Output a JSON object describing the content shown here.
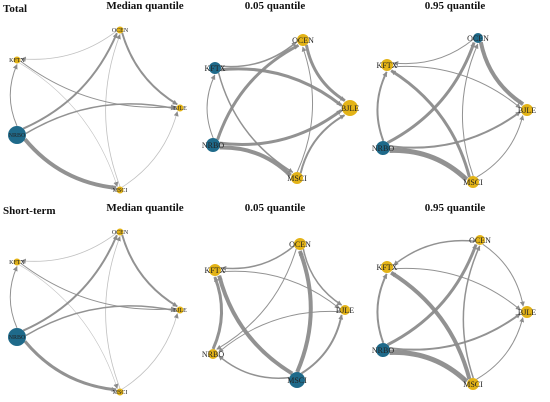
{
  "figure": {
    "row_labels": [
      "Total",
      "Short-term"
    ],
    "panel_titles": [
      "Median quantile",
      "0.05 quantile",
      "0.95 quantile"
    ],
    "colors": {
      "gold": "#e3b317",
      "blue": "#1f6a8a",
      "edge": "#8c8c8c"
    }
  },
  "panels": [
    {
      "row": "Total",
      "title": "Median quantile",
      "nodes": [
        {
          "id": "OCEN",
          "label": "OCEN",
          "color": "gold"
        },
        {
          "id": "KFTX",
          "label": "KFTX",
          "color": "gold"
        },
        {
          "id": "BJLE",
          "label": "BJLE",
          "color": "gold"
        },
        {
          "id": "NRBO",
          "label": "NRBO",
          "color": "blue"
        },
        {
          "id": "MSCI",
          "label": "MSCI",
          "color": "gold"
        }
      ],
      "edges": [
        {
          "from": "NRBO",
          "to": "OCEN",
          "w": 2
        },
        {
          "from": "NRBO",
          "to": "BJLE",
          "w": 1.5
        },
        {
          "from": "NRBO",
          "to": "MSCI",
          "w": 4
        },
        {
          "from": "NRBO",
          "to": "KFTX",
          "w": 1
        },
        {
          "from": "OCEN",
          "to": "BJLE",
          "w": 2
        },
        {
          "from": "OCEN",
          "to": "KFTX",
          "w": 0.8
        },
        {
          "from": "KFTX",
          "to": "BJLE",
          "w": 1
        },
        {
          "from": "MSCI",
          "to": "OCEN",
          "w": 0.8
        },
        {
          "from": "MSCI",
          "to": "BJLE",
          "w": 0.8
        },
        {
          "from": "KFTX",
          "to": "MSCI",
          "w": 0.6
        }
      ]
    },
    {
      "row": "Total",
      "title": "0.05 quantile",
      "nodes": [
        {
          "id": "OCEN",
          "label": "OCEN",
          "color": "gold"
        },
        {
          "id": "KFTX",
          "label": "KFTX",
          "color": "blue"
        },
        {
          "id": "BJLE",
          "label": "BJLE",
          "color": "gold"
        },
        {
          "id": "NRBO",
          "label": "NRBO",
          "color": "blue"
        },
        {
          "id": "MSCI",
          "label": "MSCI",
          "color": "gold"
        }
      ],
      "edges": [
        {
          "from": "KFTX",
          "to": "OCEN",
          "w": 1.5
        },
        {
          "from": "KFTX",
          "to": "BJLE",
          "w": 3
        },
        {
          "from": "KFTX",
          "to": "MSCI",
          "w": 1.5
        },
        {
          "from": "NRBO",
          "to": "OCEN",
          "w": 3
        },
        {
          "from": "NRBO",
          "to": "BJLE",
          "w": 3
        },
        {
          "from": "NRBO",
          "to": "MSCI",
          "w": 4
        },
        {
          "from": "OCEN",
          "to": "BJLE",
          "w": 3
        },
        {
          "from": "MSCI",
          "to": "BJLE",
          "w": 2
        },
        {
          "from": "MSCI",
          "to": "OCEN",
          "w": 1
        },
        {
          "from": "NRBO",
          "to": "KFTX",
          "w": 1
        }
      ]
    },
    {
      "row": "Total",
      "title": "0.95 quantile",
      "nodes": [
        {
          "id": "OCEN",
          "label": "OCEN",
          "color": "blue"
        },
        {
          "id": "KFTX",
          "label": "KFTX",
          "color": "gold"
        },
        {
          "id": "BJLE",
          "label": "BJLE",
          "color": "gold"
        },
        {
          "id": "NRBO",
          "label": "NRBO",
          "color": "blue"
        },
        {
          "id": "MSCI",
          "label": "MSCI",
          "color": "gold"
        }
      ],
      "edges": [
        {
          "from": "NRBO",
          "to": "OCEN",
          "w": 3
        },
        {
          "from": "NRBO",
          "to": "KFTX",
          "w": 2
        },
        {
          "from": "NRBO",
          "to": "BJLE",
          "w": 2
        },
        {
          "from": "NRBO",
          "to": "MSCI",
          "w": 5
        },
        {
          "from": "OCEN",
          "to": "BJLE",
          "w": 4
        },
        {
          "from": "OCEN",
          "to": "KFTX",
          "w": 1
        },
        {
          "from": "MSCI",
          "to": "KFTX",
          "w": 3
        },
        {
          "from": "MSCI",
          "to": "OCEN",
          "w": 1
        },
        {
          "from": "MSCI",
          "to": "BJLE",
          "w": 1
        },
        {
          "from": "KFTX",
          "to": "BJLE",
          "w": 1
        }
      ]
    },
    {
      "row": "Short-term",
      "title": "Median quantile",
      "nodes": [
        {
          "id": "OCEN",
          "label": "OCEN",
          "color": "gold"
        },
        {
          "id": "KFTX",
          "label": "KFTX",
          "color": "gold"
        },
        {
          "id": "BJLE",
          "label": "BJLE",
          "color": "gold"
        },
        {
          "id": "NRBO",
          "label": "NRBO",
          "color": "blue"
        },
        {
          "id": "MSCI",
          "label": "MSCI",
          "color": "gold"
        }
      ],
      "edges": [
        {
          "from": "NRBO",
          "to": "OCEN",
          "w": 2
        },
        {
          "from": "NRBO",
          "to": "BJLE",
          "w": 1.5
        },
        {
          "from": "NRBO",
          "to": "MSCI",
          "w": 3
        },
        {
          "from": "NRBO",
          "to": "KFTX",
          "w": 1
        },
        {
          "from": "OCEN",
          "to": "BJLE",
          "w": 2
        },
        {
          "from": "OCEN",
          "to": "KFTX",
          "w": 0.8
        },
        {
          "from": "KFTX",
          "to": "BJLE",
          "w": 1
        },
        {
          "from": "MSCI",
          "to": "OCEN",
          "w": 0.8
        },
        {
          "from": "MSCI",
          "to": "BJLE",
          "w": 0.8
        },
        {
          "from": "KFTX",
          "to": "MSCI",
          "w": 0.6
        }
      ]
    },
    {
      "row": "Short-term",
      "title": "0.05 quantile",
      "nodes": [
        {
          "id": "OCEN",
          "label": "OCEN",
          "color": "gold"
        },
        {
          "id": "KFTX",
          "label": "KFTX",
          "color": "gold"
        },
        {
          "id": "BJLE",
          "label": "BJLE",
          "color": "gold"
        },
        {
          "id": "NRBO",
          "label": "NRBO",
          "color": "gold"
        },
        {
          "id": "MSCI",
          "label": "MSCI",
          "color": "blue"
        }
      ],
      "edges": [
        {
          "from": "MSCI",
          "to": "OCEN",
          "w": 4
        },
        {
          "from": "MSCI",
          "to": "KFTX",
          "w": 4
        },
        {
          "from": "MSCI",
          "to": "BJLE",
          "w": 2
        },
        {
          "from": "MSCI",
          "to": "NRBO",
          "w": 1.5
        },
        {
          "from": "NRBO",
          "to": "KFTX",
          "w": 3
        },
        {
          "from": "OCEN",
          "to": "KFTX",
          "w": 1.5
        },
        {
          "from": "OCEN",
          "to": "BJLE",
          "w": 1.5
        },
        {
          "from": "KFTX",
          "to": "BJLE",
          "w": 1
        },
        {
          "from": "BJLE",
          "to": "NRBO",
          "w": 1
        },
        {
          "from": "OCEN",
          "to": "NRBO",
          "w": 1
        }
      ]
    },
    {
      "row": "Short-term",
      "title": "0.95 quantile",
      "nodes": [
        {
          "id": "OCEN",
          "label": "OCEN",
          "color": "gold"
        },
        {
          "id": "KFTX",
          "label": "KFTX",
          "color": "gold"
        },
        {
          "id": "BJLE",
          "label": "BJLE",
          "color": "gold"
        },
        {
          "id": "NRBO",
          "label": "NRBO",
          "color": "blue"
        },
        {
          "id": "MSCI",
          "label": "MSCI",
          "color": "gold"
        }
      ],
      "edges": [
        {
          "from": "NRBO",
          "to": "OCEN",
          "w": 3
        },
        {
          "from": "NRBO",
          "to": "KFTX",
          "w": 2
        },
        {
          "from": "NRBO",
          "to": "BJLE",
          "w": 2
        },
        {
          "from": "NRBO",
          "to": "MSCI",
          "w": 5
        },
        {
          "from": "OCEN",
          "to": "KFTX",
          "w": 1.5
        },
        {
          "from": "OCEN",
          "to": "BJLE",
          "w": 1
        },
        {
          "from": "MSCI",
          "to": "KFTX",
          "w": 4
        },
        {
          "from": "MSCI",
          "to": "OCEN",
          "w": 1.5
        },
        {
          "from": "MSCI",
          "to": "BJLE",
          "w": 1
        },
        {
          "from": "KFTX",
          "to": "BJLE",
          "w": 1
        }
      ]
    }
  ]
}
